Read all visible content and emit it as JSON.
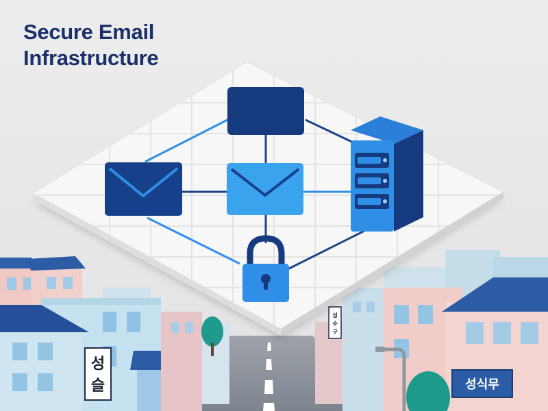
{
  "title": {
    "line1": "Secure Email",
    "line2": "Infrastructure"
  },
  "nodes": [
    {
      "id": "top-box",
      "icon": "rectangle"
    },
    {
      "id": "left-mail",
      "icon": "envelope-icon"
    },
    {
      "id": "center-mail",
      "icon": "envelope-icon"
    },
    {
      "id": "server",
      "icon": "server-icon"
    },
    {
      "id": "lock",
      "icon": "padlock-icon"
    }
  ],
  "signs": {
    "left": "성슬",
    "center": "성수구",
    "right": "성식무"
  },
  "colors": {
    "navy": "#163a7e",
    "blue": "#2f8fe6",
    "light_blue": "#3aa3ee",
    "title": "#1b2f6b",
    "platform": "#f7f7f7"
  }
}
